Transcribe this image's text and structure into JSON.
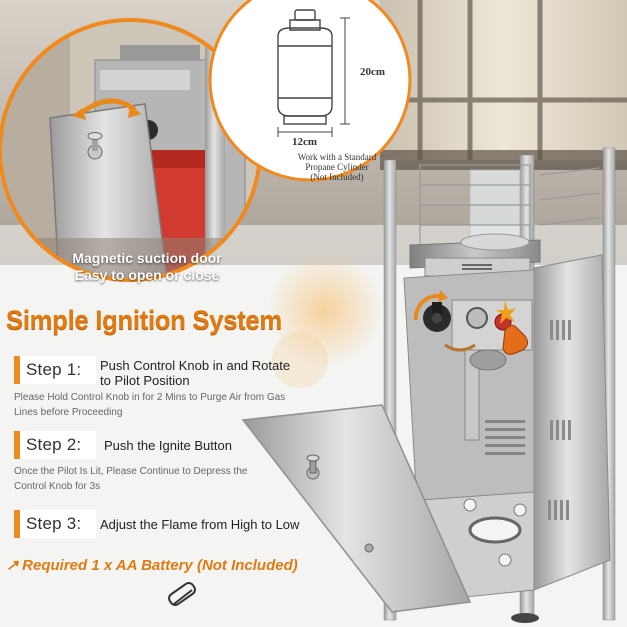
{
  "headline": "Simple Ignition System",
  "steps": [
    {
      "tag": "Step 1:",
      "title": "Push Control Knob in and Rotate to Pilot Position",
      "note": "Please Hold Control Knob in for 2 Mins to Purge Air from Gas Lines before Proceeding"
    },
    {
      "tag": "Step 2:",
      "title": "Push the Ignite Button",
      "note": "Once the Pilot Is Lit, Please Continue to Depress the Control Knob for 3s"
    },
    {
      "tag": "Step 3:",
      "title": "Adjust the Flame from High to Low",
      "note": ""
    }
  ],
  "battery": "Required 1 x AA Battery (Not Included)",
  "door_caption_line1": "Magnetic suction door",
  "door_caption_line2": "Easy to open or close",
  "cylinder": {
    "height": "20cm",
    "width": "12cm",
    "note_line1": "Work with a Standard",
    "note_line2": "Propane Cylinder",
    "note_line3": "(Not Included)"
  },
  "colors": {
    "accent": "#ef8a1e",
    "headline": "#e07b12"
  },
  "icons": [
    "propane-cylinder-icon",
    "aa-battery-icon",
    "pointing-hand-icon",
    "rotate-arrow-icon",
    "spark-icon"
  ]
}
